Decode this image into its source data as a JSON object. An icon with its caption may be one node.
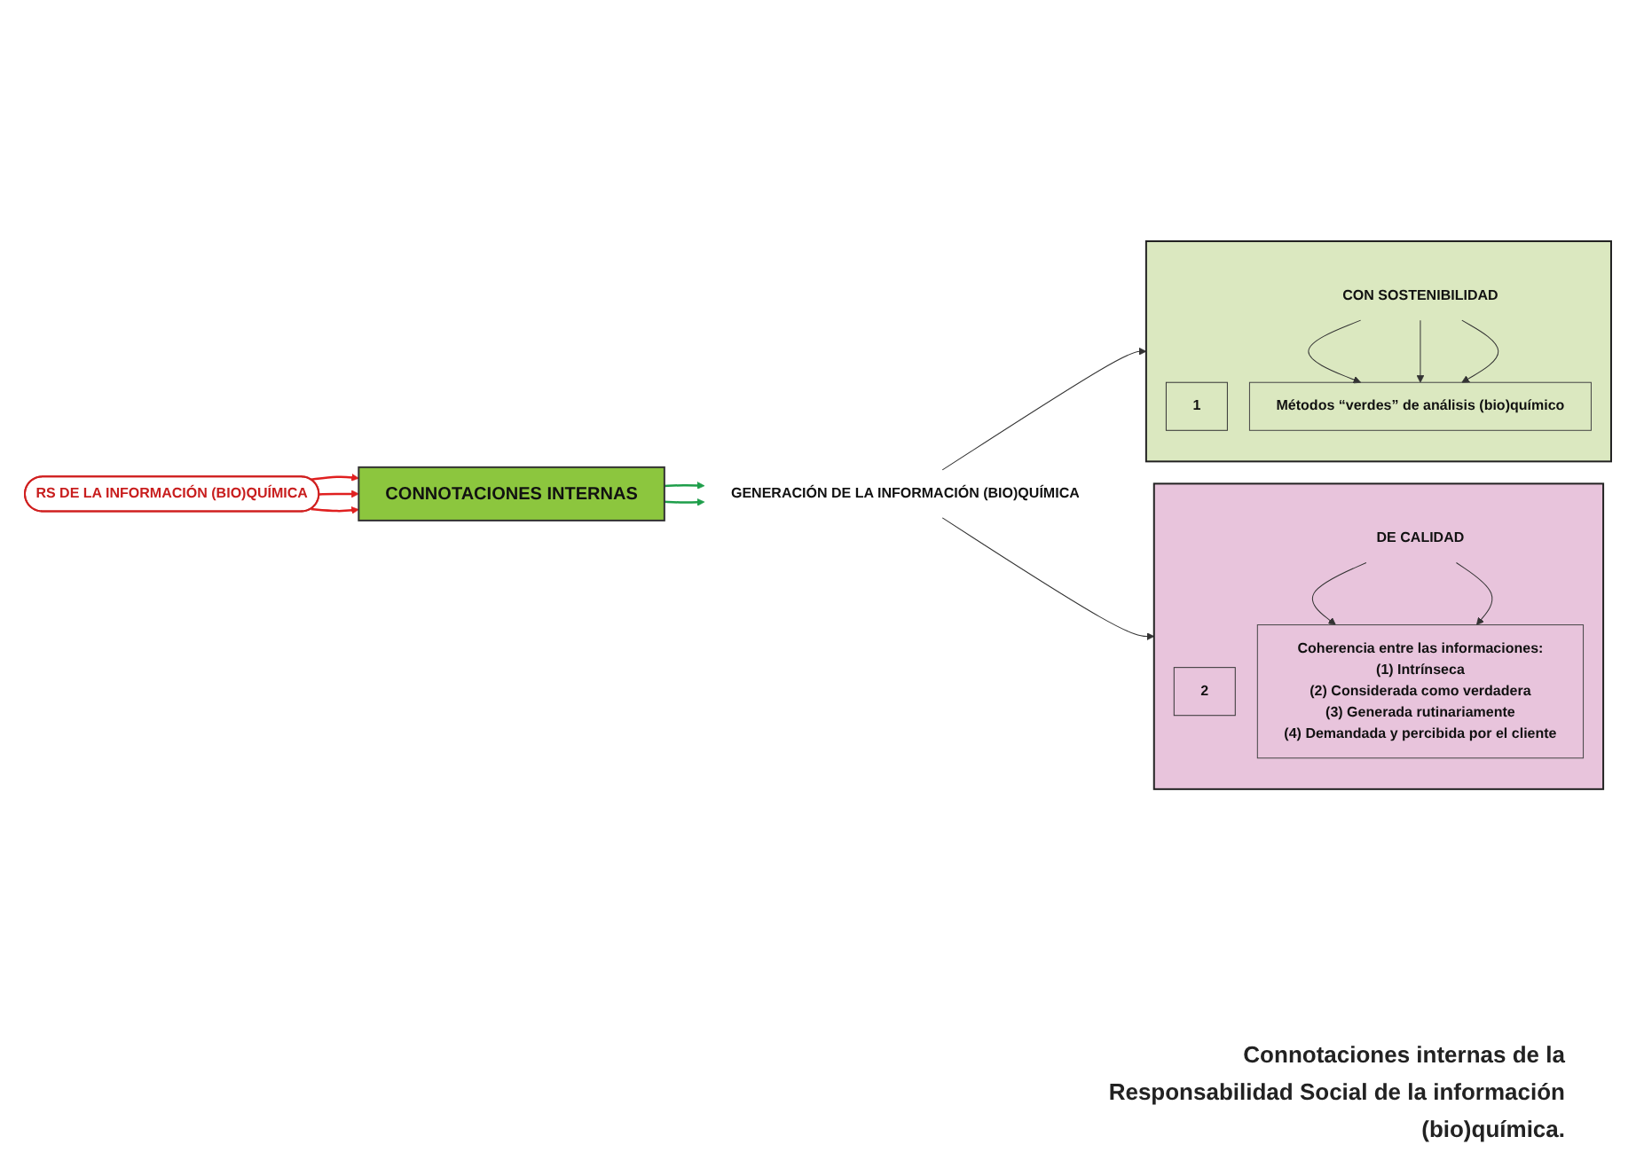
{
  "diagram": {
    "caption": "Connotaciones internas de la Responsabilidad Social de la información (bio)química.",
    "nodes": [
      {
        "text": [
          "GENERACIÓN DE LA INFORMACIÓN (BIO)QUÍMICA"
        ]
      },
      {
        "text": [],
        "shape": "box"
      },
      {
        "text": [
          "1"
        ],
        "in": 1
      },
      {
        "text": [
          "CON SOSTENIBILIDAD"
        ],
        "in": 1
      },
      {
        "text": [
          "Métodos “verdes” de análisis (bio)químico"
        ],
        "in": 1
      },
      {
        "text": [],
        "shape": "box"
      },
      {
        "text": [
          "2"
        ],
        "in": 5
      },
      {
        "text": [
          "DE CALIDAD"
        ],
        "in": 5
      },
      {
        "text": [
          "Coherencia entre las informaciones:",
          "(1) Intrínseca",
          "(2) Considerada como verdadera",
          "(3) Generada rutinariamente",
          "(4) Demandada y percibida por el cliente"
        ],
        "in": 5
      },
      {
        "text": [
          "CONNOTACIONES INTERNAS"
        ]
      },
      {
        "text": [
          "RS DE LA INFORMACIÓN (BIO)QUÍMICA"
        ]
      }
    ],
    "edges": [
      {
        "from": 0,
        "to": 1,
        "arrow": "to"
      },
      {
        "from": 0,
        "to": 5,
        "arrow": "to"
      },
      {
        "from": 3,
        "to": 4,
        "arrow": "to"
      },
      {
        "from": 3,
        "to": 4,
        "arrow": "to"
      },
      {
        "from": 3,
        "to": 4,
        "arrow": "to"
      },
      {
        "from": 7,
        "to": 8,
        "arrow": "to"
      },
      {
        "from": 7,
        "to": 8,
        "arrow": "to"
      },
      {
        "from": 9,
        "to": 0,
        "arrow": "to",
        "color": "#1e9e4a"
      },
      {
        "from": 9,
        "to": 0,
        "arrow": "to",
        "color": "#1e9e4a"
      },
      {
        "from": 10,
        "to": 9,
        "arrow": "to",
        "color": "#e02020"
      },
      {
        "from": 10,
        "to": 9,
        "arrow": "to",
        "color": "#e02020"
      },
      {
        "from": 10,
        "to": 9,
        "arrow": "to",
        "color": "#e02020"
      }
    ]
  }
}
